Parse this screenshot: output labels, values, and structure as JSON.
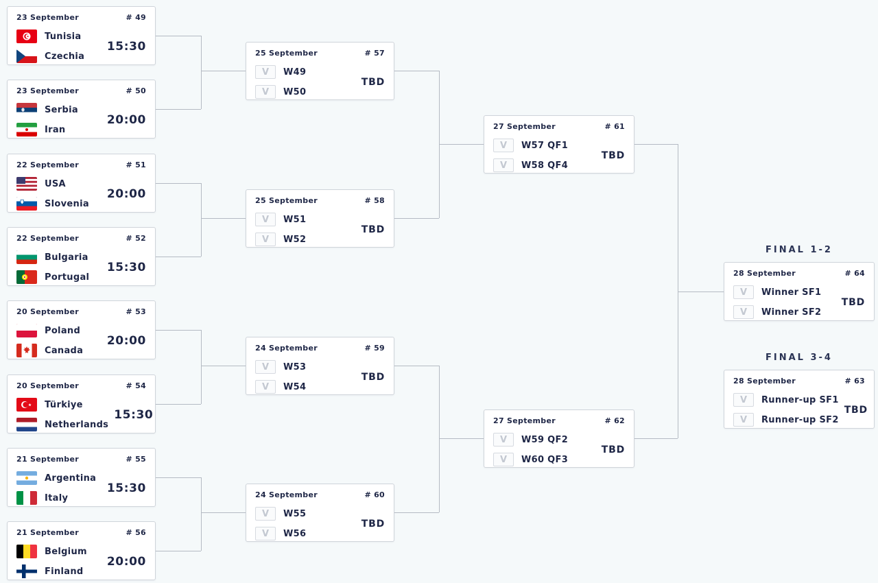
{
  "page": {
    "background": "#f5f9fa",
    "text_color": "#1e2646",
    "line_color": "#b4bac3",
    "card_border": "#cfd4da"
  },
  "r16": [
    {
      "date": "23 September",
      "number": "# 49",
      "time": "15:30",
      "teams": [
        {
          "name": "Tunisia",
          "flag": "tunisia"
        },
        {
          "name": "Czechia",
          "flag": "czechia"
        }
      ]
    },
    {
      "date": "23 September",
      "number": "# 50",
      "time": "20:00",
      "teams": [
        {
          "name": "Serbia",
          "flag": "serbia"
        },
        {
          "name": "Iran",
          "flag": "iran"
        }
      ]
    },
    {
      "date": "22 September",
      "number": "# 51",
      "time": "20:00",
      "teams": [
        {
          "name": "USA",
          "flag": "usa"
        },
        {
          "name": "Slovenia",
          "flag": "slovenia"
        }
      ]
    },
    {
      "date": "22 September",
      "number": "# 52",
      "time": "15:30",
      "teams": [
        {
          "name": "Bulgaria",
          "flag": "bulgaria"
        },
        {
          "name": "Portugal",
          "flag": "portugal"
        }
      ]
    },
    {
      "date": "20 September",
      "number": "# 53",
      "time": "20:00",
      "teams": [
        {
          "name": "Poland",
          "flag": "poland"
        },
        {
          "name": "Canada",
          "flag": "canada"
        }
      ]
    },
    {
      "date": "20 September",
      "number": "# 54",
      "time": "15:30",
      "teams": [
        {
          "name": "Türkiye",
          "flag": "turkiye"
        },
        {
          "name": "Netherlands",
          "flag": "netherlands"
        }
      ]
    },
    {
      "date": "21 September",
      "number": "# 55",
      "time": "15:30",
      "teams": [
        {
          "name": "Argentina",
          "flag": "argentina"
        },
        {
          "name": "Italy",
          "flag": "italy"
        }
      ]
    },
    {
      "date": "21 September",
      "number": "# 56",
      "time": "20:00",
      "teams": [
        {
          "name": "Belgium",
          "flag": "belgium"
        },
        {
          "name": "Finland",
          "flag": "finland"
        }
      ]
    }
  ],
  "qf": [
    {
      "date": "25 September",
      "number": "# 57",
      "time": "TBD",
      "teams": [
        {
          "name": "W49",
          "flag": "placeholder"
        },
        {
          "name": "W50",
          "flag": "placeholder"
        }
      ]
    },
    {
      "date": "25 September",
      "number": "# 58",
      "time": "TBD",
      "teams": [
        {
          "name": "W51",
          "flag": "placeholder"
        },
        {
          "name": "W52",
          "flag": "placeholder"
        }
      ]
    },
    {
      "date": "24 September",
      "number": "# 59",
      "time": "TBD",
      "teams": [
        {
          "name": "W53",
          "flag": "placeholder"
        },
        {
          "name": "W54",
          "flag": "placeholder"
        }
      ]
    },
    {
      "date": "24 September",
      "number": "# 60",
      "time": "TBD",
      "teams": [
        {
          "name": "W55",
          "flag": "placeholder"
        },
        {
          "name": "W56",
          "flag": "placeholder"
        }
      ]
    }
  ],
  "sf": [
    {
      "date": "27 September",
      "number": "# 61",
      "time": "TBD",
      "teams": [
        {
          "name": "W57 QF1",
          "flag": "placeholder"
        },
        {
          "name": "W58 QF4",
          "flag": "placeholder"
        }
      ]
    },
    {
      "date": "27 September",
      "number": "# 62",
      "time": "TBD",
      "teams": [
        {
          "name": "W59 QF2",
          "flag": "placeholder"
        },
        {
          "name": "W60 QF3",
          "flag": "placeholder"
        }
      ]
    }
  ],
  "finals": [
    {
      "heading": "FINAL 1-2",
      "date": "28 September",
      "number": "# 64",
      "time": "TBD",
      "teams": [
        {
          "name": "Winner SF1",
          "flag": "placeholder"
        },
        {
          "name": "Winner SF2",
          "flag": "placeholder"
        }
      ]
    },
    {
      "heading": "FINAL 3-4",
      "date": "28 September",
      "number": "# 63",
      "time": "TBD",
      "teams": [
        {
          "name": "Runner-up SF1",
          "flag": "placeholder"
        },
        {
          "name": "Runner-up SF2",
          "flag": "placeholder"
        }
      ]
    }
  ]
}
